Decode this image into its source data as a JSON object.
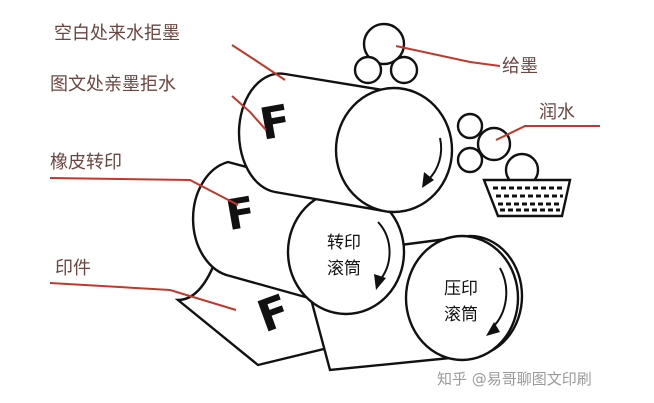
{
  "labels": {
    "blank_area": "空白处来水拒墨",
    "image_area": "图文处亲墨拒水",
    "blanket": "橡皮转印",
    "print": "印件",
    "ink_feed": "给墨",
    "dampening": "润水"
  },
  "cylinders": {
    "blanket_line1": "转印",
    "blanket_line2": "滚筒",
    "impression_line1": "压印",
    "impression_line2": "滚筒"
  },
  "image_glyph": "F",
  "watermark": "知乎 @易哥聊图文印刷",
  "colors": {
    "leader": "#c0392b",
    "label": "#6b4640",
    "ink": "#111111"
  }
}
